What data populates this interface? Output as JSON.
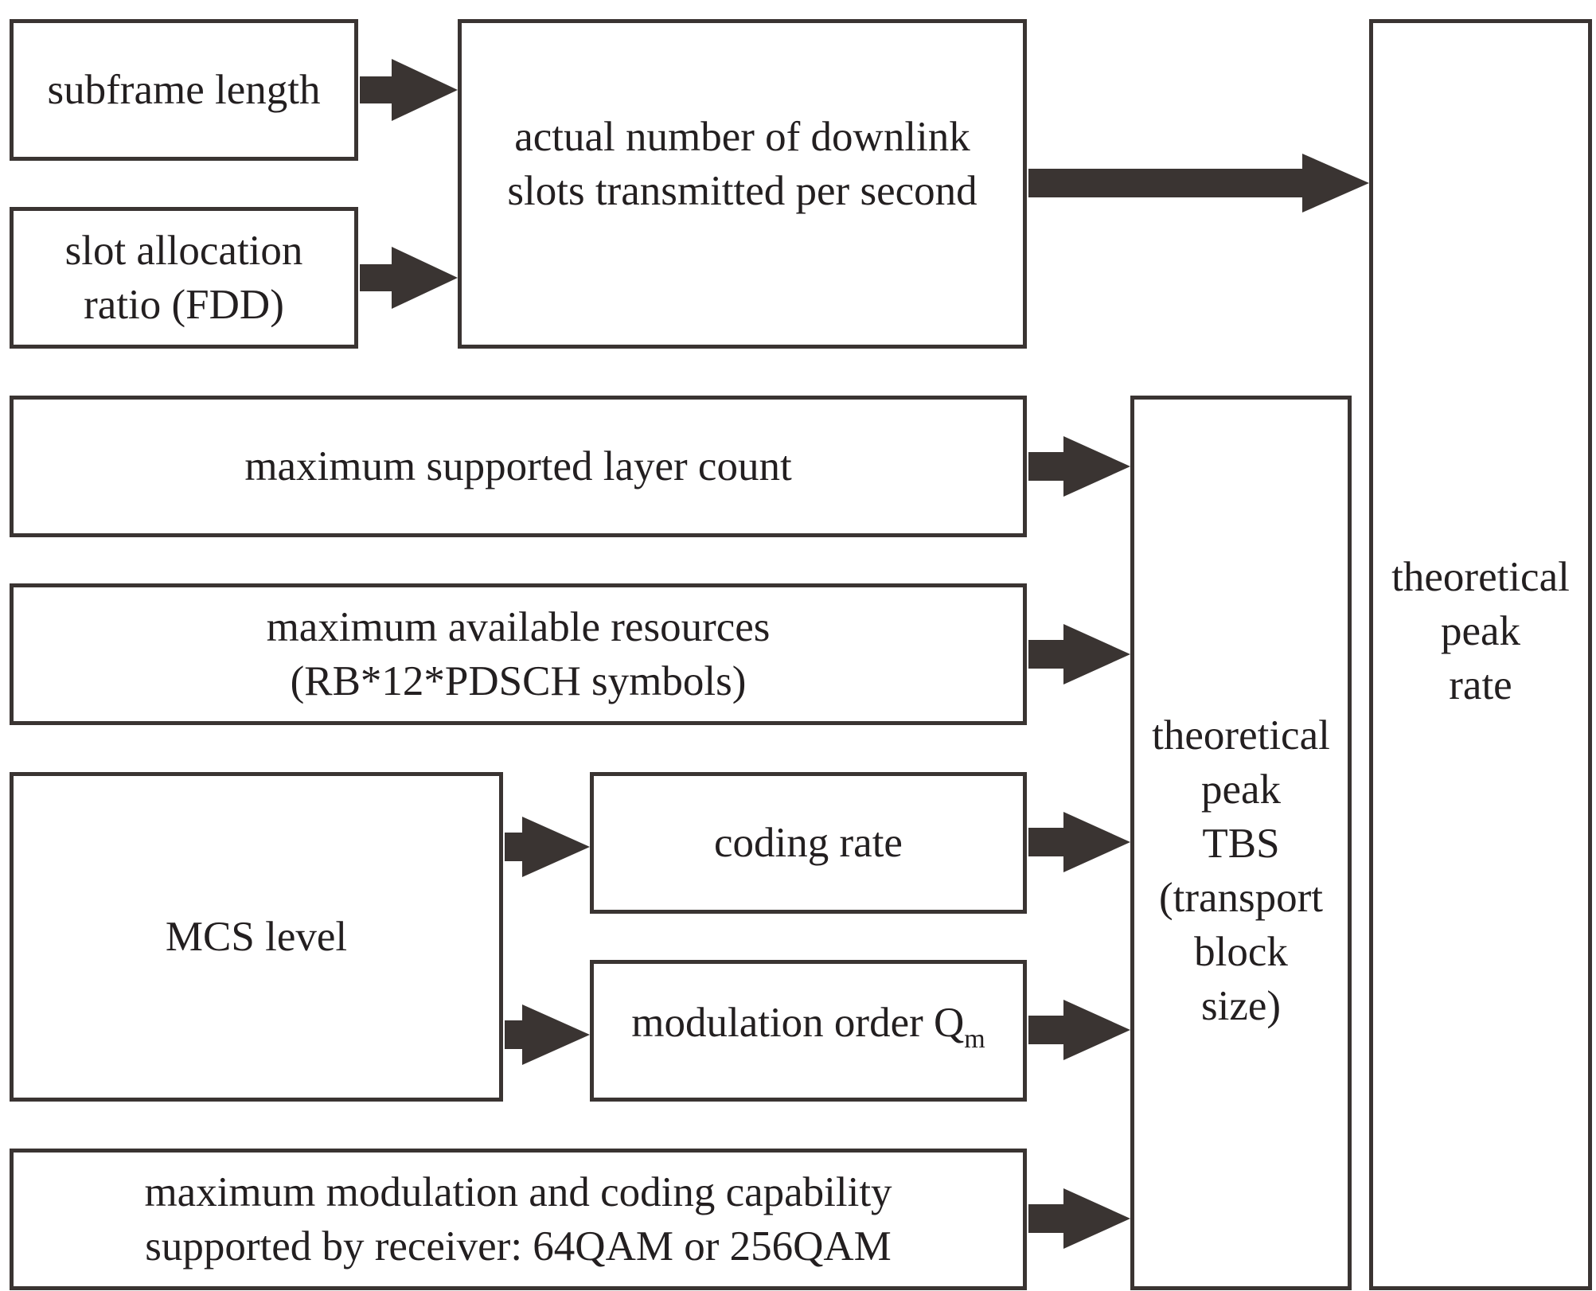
{
  "colors": {
    "stroke": "#3a3432",
    "text": "#231f20",
    "background": "#ffffff"
  },
  "boxes": {
    "subframe_length": "subframe length",
    "slot_allocation": [
      "slot allocation",
      "ratio (FDD)"
    ],
    "actual_slots": [
      "actual number of downlink",
      "slots transmitted per second"
    ],
    "max_layers": "maximum supported layer count",
    "max_resources": [
      "maximum available resources",
      "(RB*12*PDSCH symbols)"
    ],
    "mcs_level": "MCS level",
    "coding_rate": "coding rate",
    "modulation_order": {
      "text": "modulation order Q",
      "subscript": "m"
    },
    "max_mod_capability": [
      "maximum modulation and coding capability",
      "supported by receiver: 64QAM or 256QAM"
    ],
    "peak_tbs": [
      "theoretical",
      "peak",
      "TBS",
      "(transport",
      "block",
      "size)"
    ],
    "peak_rate": [
      "theoretical",
      "peak",
      "rate"
    ]
  }
}
